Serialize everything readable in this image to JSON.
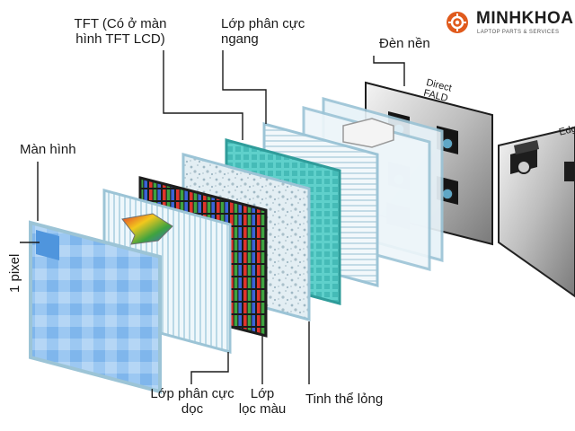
{
  "brand": {
    "name": "MINHKHOA",
    "tagline": "LAPTOP PARTS & SERVICES",
    "accent_color": "#e05a1c",
    "icon": "gear-icon"
  },
  "labels": {
    "tft_line1": "TFT (Có ở màn",
    "tft_line2": "hình TFT LCD)",
    "horizontal_polarizer_line1": "Lớp phân cực",
    "horizontal_polarizer_line2": "ngang",
    "backlight": "Đèn nền",
    "direct_fald_line1": "Direct",
    "direct_fald_line2": "FALD",
    "edge": "Edg",
    "screen": "Màn hình",
    "one_pixel": "1 pixel",
    "vertical_polarizer_line1": "Lớp phân cực",
    "vertical_polarizer_line2": "dọc",
    "color_filter_line1": "Lớp",
    "color_filter_line2": "lọc màu",
    "liquid_crystal": "Tinh thể lỏng"
  },
  "colors": {
    "screen_blue": "#5aa0e6",
    "tft_teal": "#4cc3c0",
    "glass": "#e6f2f8",
    "frame": "#9cc4d6",
    "filter_red": "#e0342c",
    "filter_green": "#3fa33f",
    "filter_blue": "#3a63d8"
  }
}
